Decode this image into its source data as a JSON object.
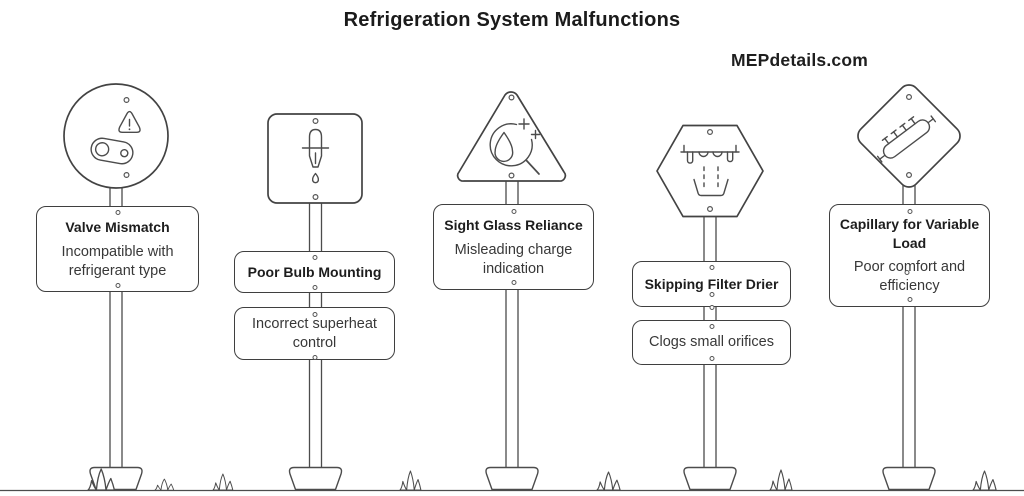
{
  "title": "Refrigeration System Malfunctions",
  "watermark": "MEPdetails.com",
  "signs": [
    {
      "shape": "circle",
      "icon": "valve-warning-icon",
      "title": "Valve Mismatch",
      "description": "Incompatible with refrigerant type"
    },
    {
      "shape": "square",
      "icon": "sensing-bulb-icon",
      "title": "Poor Bulb Mounting",
      "description": "Incorrect superheat control"
    },
    {
      "shape": "triangle",
      "icon": "sight-glass-magnifier-icon",
      "title": "Sight Glass Reliance",
      "description": "Misleading charge indication"
    },
    {
      "shape": "hexagon",
      "icon": "dripping-filter-icon",
      "title": "Skipping Filter Drier",
      "description": "Clogs small orifices"
    },
    {
      "shape": "diamond",
      "icon": "capillary-tube-icon",
      "title": "Capillary for Variable Load",
      "description": "Poor comfort and efficiency"
    }
  ],
  "colors": {
    "background": "#ffffff",
    "line": "#434343",
    "heading_text": "#1d1d1d",
    "body_text": "#383838"
  }
}
